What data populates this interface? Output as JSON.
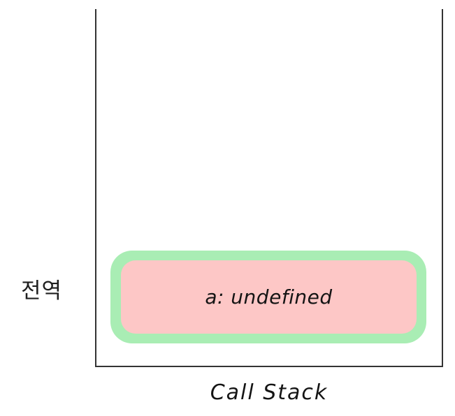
{
  "diagram": {
    "title": "Call Stack",
    "caption": "Call Stack",
    "scope_label": "전역",
    "frame": {
      "name": "call-stack-frame",
      "border_color": "#333333",
      "open_top": true
    },
    "entries": [
      {
        "id": "global-execution-context",
        "label": "a: undefined",
        "outer_color": "#a9edb4",
        "inner_color": "#fdc7c6",
        "scope": "전역",
        "variable": "a",
        "value": "undefined"
      }
    ],
    "colors": {
      "background": "#ffffff",
      "frame_stroke": "#333333",
      "entry_outer": "#a9edb4",
      "entry_inner": "#fdc7c6",
      "text": "#141414",
      "label_text": "#1f1f1f"
    }
  }
}
